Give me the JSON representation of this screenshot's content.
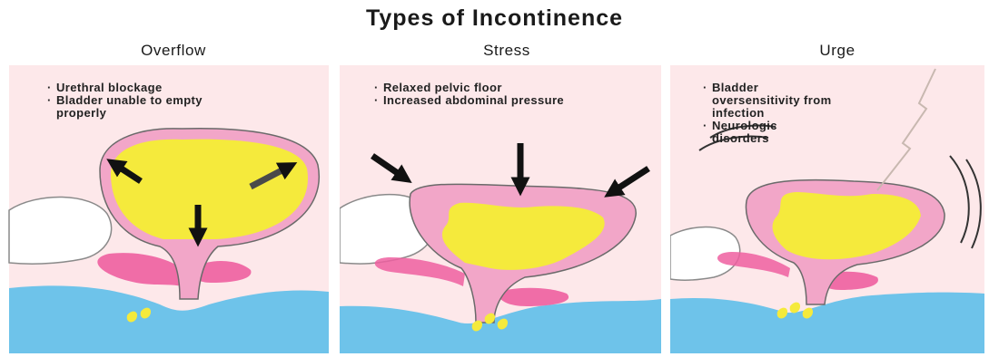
{
  "title": "Types of Incontinence",
  "panels": [
    {
      "heading": "Overflow",
      "bullets": [
        "Urethral blockage",
        "Bladder unable to empty properly"
      ]
    },
    {
      "heading": "Stress",
      "bullets": [
        "Relaxed pelvic floor",
        "Increased abdominal pressure"
      ]
    },
    {
      "heading": "Urge",
      "bullets": [
        "Bladder oversensitivity from infection",
        "Neurologic disorders"
      ]
    }
  ],
  "colors": {
    "panel_background": "#fde8ea",
    "bladder_wall": "#f2a6c8",
    "urine": "#f5ea3c",
    "water": "#6ec3ea",
    "pelvic_floor": "#ee5fa0",
    "arrow": "#111111",
    "bone": "#ffffff"
  }
}
